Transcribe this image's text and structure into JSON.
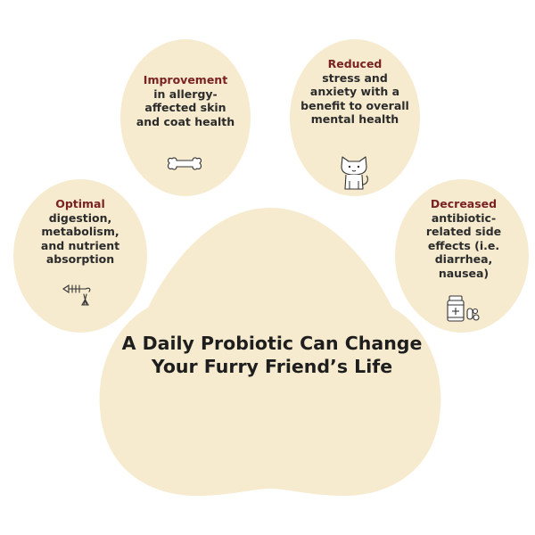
{
  "colors": {
    "pad_fill": "#f6ebcf",
    "keyword": "#7a2222",
    "text": "#2b2b2b",
    "background": "#ffffff"
  },
  "title": "A Daily Probiotic Can Change Your Furry Friend’s Life",
  "toes": [
    {
      "keyword": "Optimal",
      "text": "digestion, metabolism, and nutrient absorption",
      "icon": "fish-bone-icon"
    },
    {
      "keyword": "Improvement",
      "text": "in allergy-affected skin and coat health",
      "icon": "bone-icon"
    },
    {
      "keyword": "Reduced",
      "text": "stress and anxiety with a benefit to overall mental health",
      "icon": "cat-icon"
    },
    {
      "keyword": "Decreased",
      "text": "antibiotic-related side effects (i.e. diarrhea, nausea)",
      "icon": "medicine-icon"
    }
  ]
}
